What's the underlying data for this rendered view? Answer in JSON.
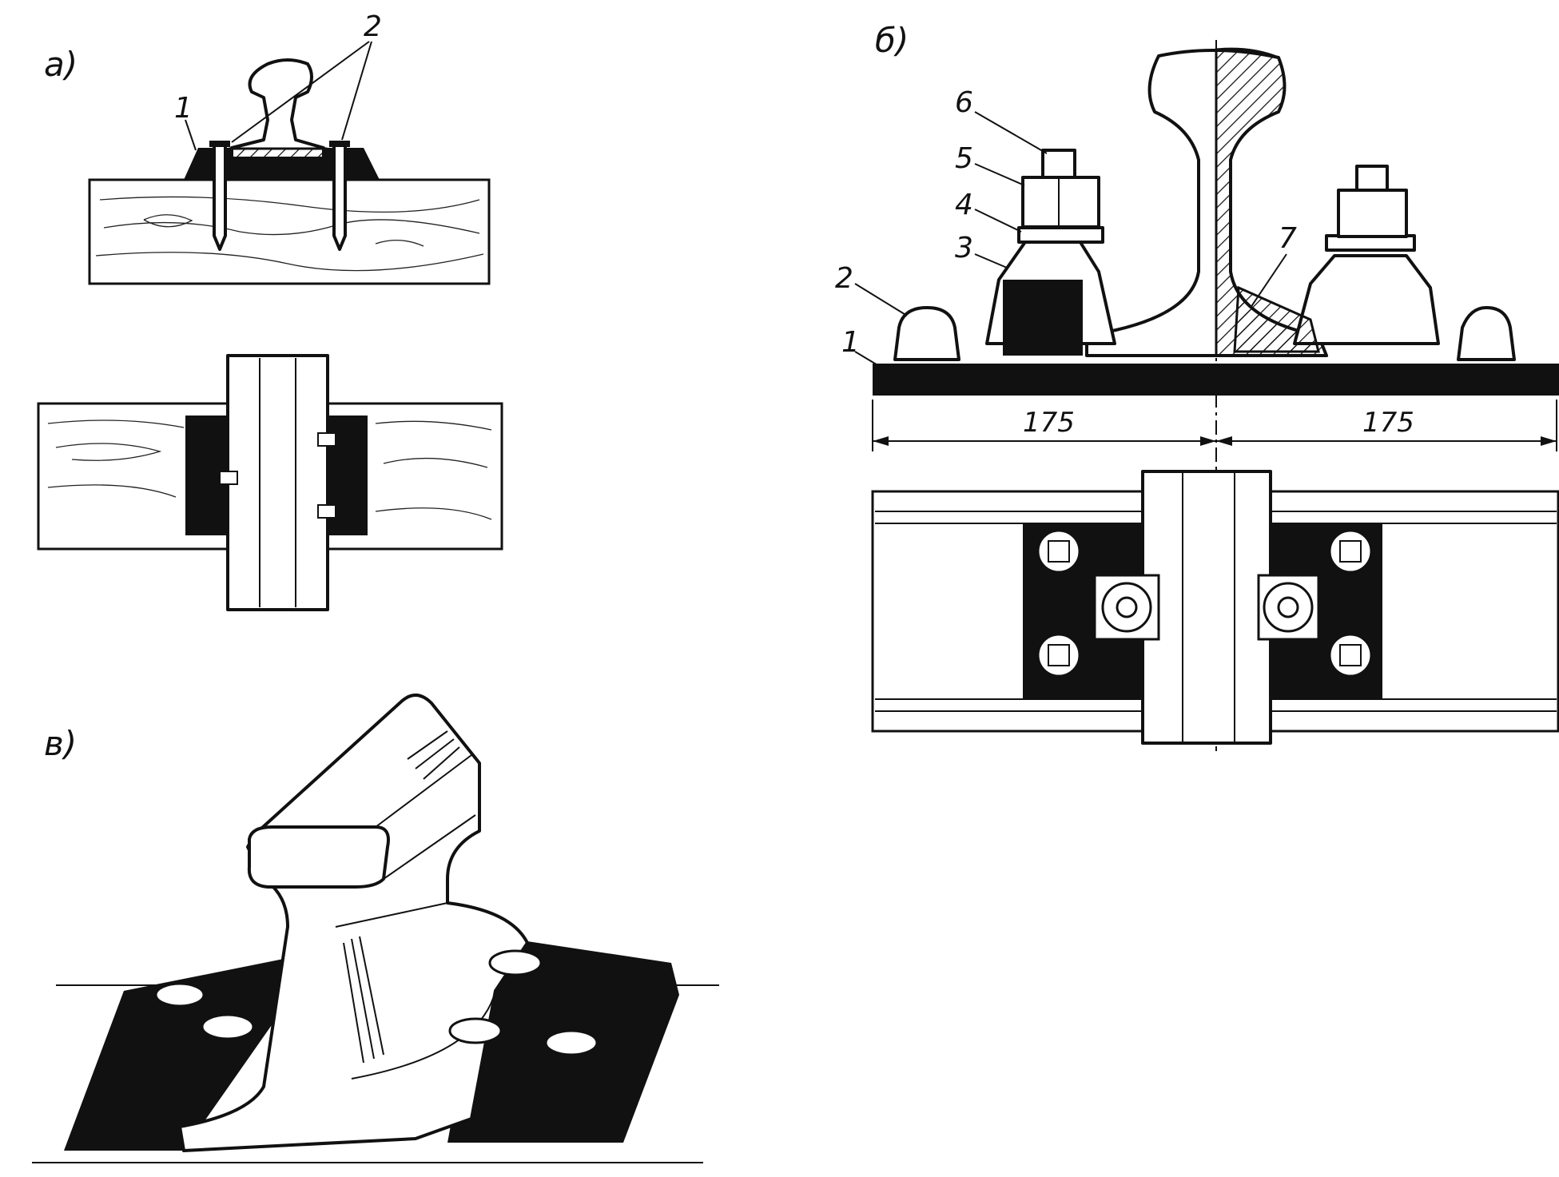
{
  "panels": {
    "a": {
      "label": "а)",
      "numbers": [
        "1",
        "2"
      ]
    },
    "b": {
      "label": "б)",
      "numbers": [
        "1",
        "2",
        "3",
        "4",
        "5",
        "6",
        "7"
      ],
      "dimensions": [
        "175",
        "175"
      ]
    },
    "c": {
      "label": "в)"
    }
  },
  "colors": {
    "ink": "#111111",
    "paper": "#ffffff"
  }
}
